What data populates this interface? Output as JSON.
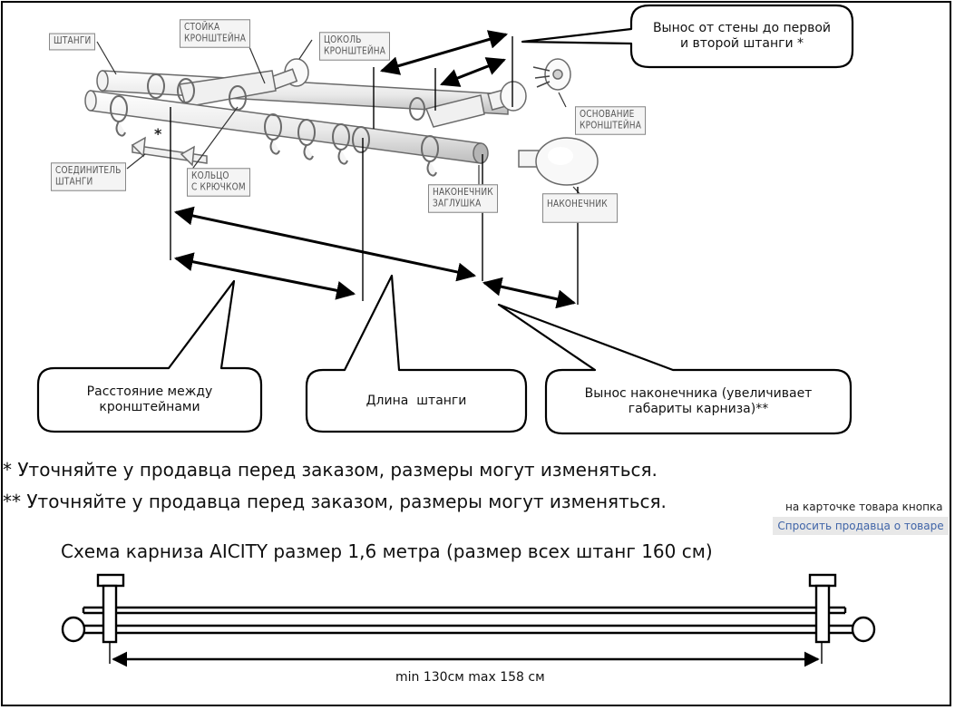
{
  "part_labels": {
    "shtangi": "ШТАНГИ",
    "stoyka_1": "СТОЙКА",
    "stoyka_2": "КРОНШТЕЙНА",
    "tsokol_1": "ЦОКОЛЬ",
    "tsokol_2": "КРОНШТЕЙНА",
    "osnovanie_1": "ОСНОВАНИЕ",
    "osnovanie_2": "КРОНШТЕЙНА",
    "soedinitel_1": "СОЕДИНИТЕЛЬ",
    "soedinitel_2": "ШТАНГИ",
    "koltso_1": "КОЛЬЦО",
    "koltso_2": "С КРЮЧКОМ",
    "zaglushka_1": "НАКОНЕЧНИК",
    "zaglushka_2": "ЗАГЛУШКА",
    "nakonechnik": "НАКОНЕЧНИК"
  },
  "asterisk": "*",
  "callouts": {
    "wall_offset_1": "Вынос  от стены до первой",
    "wall_offset_2": "и второй штанги *",
    "bracket_distance_1": "Расстояние между",
    "bracket_distance_2": "кронштейнами",
    "rod_length": "Длина  штанги",
    "finial_1": "Вынос наконечника (увеличивает",
    "finial_2": "габариты карниза)**"
  },
  "notes": {
    "note1": "* Уточняйте у продавца перед заказом, размеры могут изменяться.",
    "note2": "** Уточняйте у продавца перед заказом, размеры могут изменяться."
  },
  "seller": {
    "hint": "на карточке товара кнопка",
    "button": "Спросить продавца о товаре"
  },
  "scheme": {
    "title": "Схема карниза AICITY размер 1,6 метра (размер всех штанг 160 см)",
    "dimension": "min 130см max 158 см"
  }
}
